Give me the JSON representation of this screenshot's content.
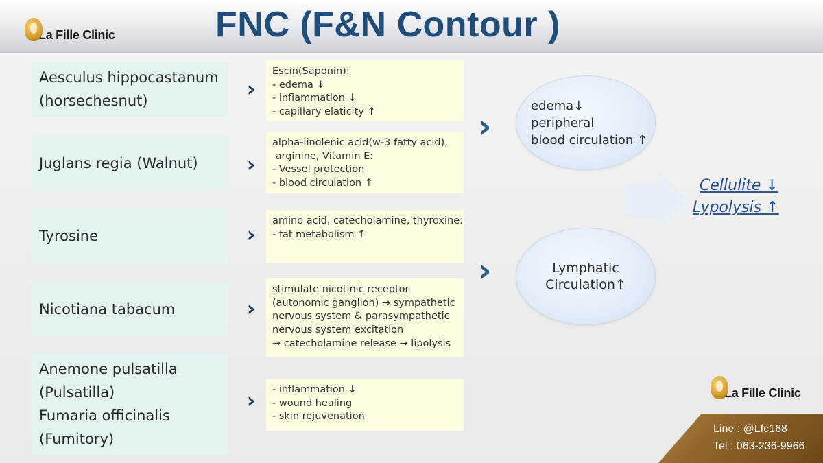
{
  "header": {
    "title": "FNC (F&N Contour )",
    "logo_text": "La Fille Clinic"
  },
  "ingredients": [
    {
      "lines": [
        "Aesculus hippocastanum",
        "(horsechesnut)"
      ]
    },
    {
      "lines": [
        "Juglans regia (Walnut)"
      ]
    },
    {
      "lines": [
        "Tyrosine"
      ]
    },
    {
      "lines": [
        "Nicotiana tabacum"
      ]
    },
    {
      "lines": [
        "Anemone pulsatilla",
        "(Pulsatilla)",
        "Fumaria officinalis",
        "(Fumitory)"
      ]
    }
  ],
  "descriptions": [
    {
      "lines": [
        "Escin(Saponin):",
        "- edema ↓",
        "- inflammation ↓",
        "- capillary elaticity ↑"
      ]
    },
    {
      "lines": [
        "alpha-linolenic acid(w-3 fatty acid),",
        " arginine, Vitamin E:",
        "- Vessel protection",
        "- blood circulation ↑"
      ]
    },
    {
      "lines": [
        "amino acid, catecholamine, thyroxine:",
        "- fat metabolism ↑"
      ]
    },
    {
      "lines": [
        "stimulate nicotinic receptor",
        "(autonomic ganglion) → sympathetic",
        "nervous system & parasympathetic",
        "nervous system excitation",
        "→ catecholamine release → lipolysis"
      ]
    },
    {
      "lines": [
        "- inflammation ↓",
        "- wound healing",
        "- skin rejuvenation"
      ]
    }
  ],
  "effects": [
    {
      "lines": [
        "edema↓",
        "peripheral",
        "blood circulation ↑"
      ]
    },
    {
      "lines": [
        "Lymphatic",
        "Circulation↑"
      ]
    }
  ],
  "result": {
    "lines": [
      "Cellulite ↓",
      "Lypolysis ↑"
    ]
  },
  "footer": {
    "logo_text": "La Fille Clinic",
    "line": "Line : @Lfc168",
    "tel": "Tel : 063-236-9966"
  },
  "colors": {
    "title": "#1f4d7a",
    "ingredient_bg": "#e3f3f2",
    "description_bg": "#fdfbe0",
    "chevron": "#1e3f63",
    "result": "#1f4f8e",
    "contact_bg": "#8a5f26"
  },
  "icons": {
    "chevron": "chevron-right-icon",
    "logo": "woman-silhouette-logo-icon",
    "big_arrow": "arrow-right-icon"
  }
}
